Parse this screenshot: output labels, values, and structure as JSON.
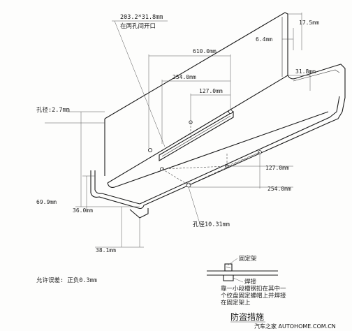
{
  "labels": {
    "slot_size": "203.2*31.8mm",
    "slot_note": "在两孔间开口",
    "len_610": "610.0mm",
    "len_254_top": "254.0mm",
    "len_127_top": "127.0mm",
    "dim_17_5": "17.5mm",
    "dim_6_4": "6.4mm",
    "dim_31_8": "31.8mm",
    "hole_dia": "孔径:2.7mm",
    "dim_69_9": "69.9mm",
    "dim_36_0": "36.0mm",
    "dim_38_1": "38.1mm",
    "len_127_low": "127.0mm",
    "len_254_low": "254.0mm",
    "big_hole": "孔径10.31mm",
    "tolerance": "允许误差: 正负0.3mm"
  },
  "detail": {
    "fixed_frame": "固定架",
    "weld": "焊接",
    "note_line1": "靠一小段槽钢扣在其中一",
    "note_line2": "个纹盘固定螺帽上并焊接",
    "note_line3": "在固定架上"
  },
  "footer": {
    "title": "防盗措施",
    "brand": "汽车之家 AUTOHOME.COM.CN"
  }
}
